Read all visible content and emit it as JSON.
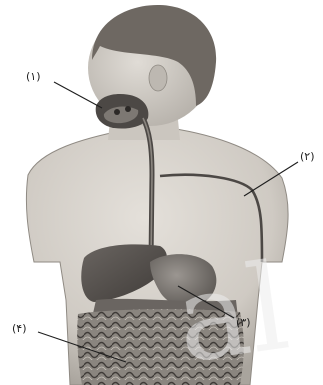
{
  "labels": {
    "mouth": "(١)",
    "esophagus_tube": "(٢)",
    "stomach": "(٣)",
    "intestine": "(۴)"
  },
  "colors": {
    "skin": "#d6d2cc",
    "skin_shadow": "#a9a49d",
    "hair": "#6e6862",
    "organ_dark": "#4c4845",
    "organ_mid": "#7d7873",
    "watermark": "#eeeeee"
  },
  "watermark_text": "al"
}
